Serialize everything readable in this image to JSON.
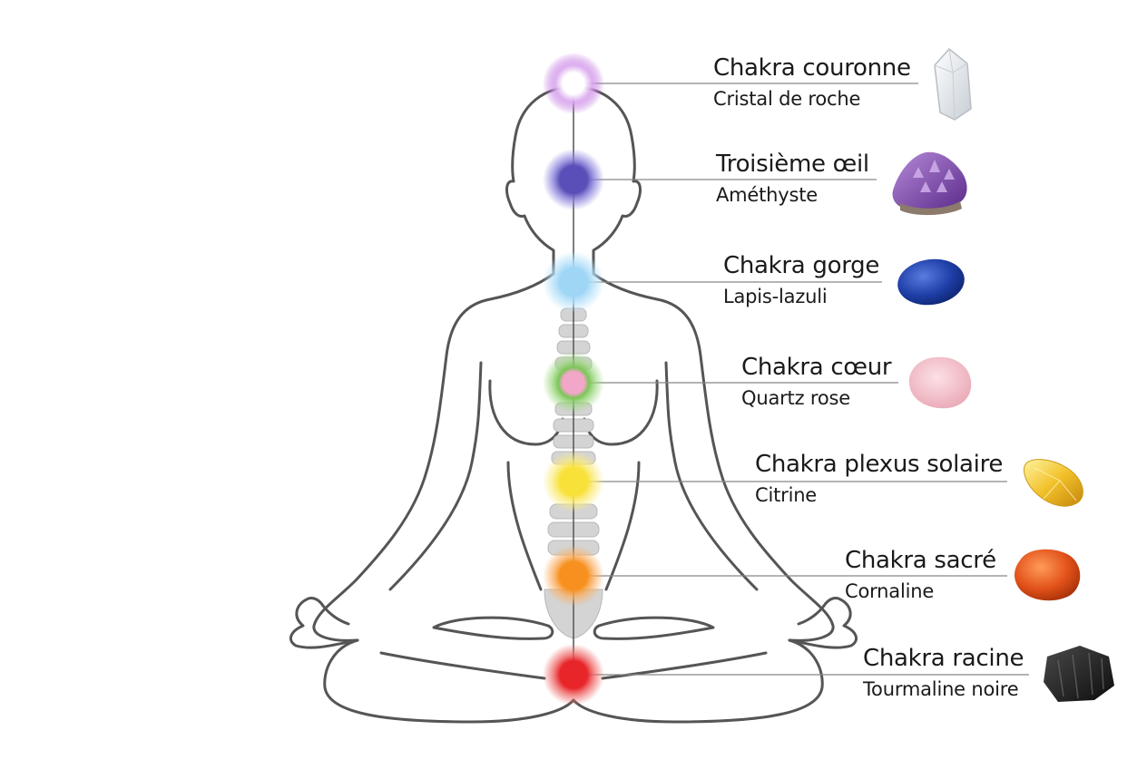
{
  "chakras": [
    {
      "name": "Chakra couronne",
      "stone": "Cristal de roche",
      "color": "#ffffff",
      "glow": "#b45ad8",
      "stone_icon": "rock-crystal-icon"
    },
    {
      "name": "Troisième œil",
      "stone": "Améthyste",
      "color": "#5a4fb8",
      "glow": "#6a5fd8",
      "stone_icon": "amethyst-icon"
    },
    {
      "name": "Chakra gorge",
      "stone": "Lapis-lazuli",
      "color": "#9fd6f5",
      "glow": "#7ec8f2",
      "stone_icon": "lapis-lazuli-icon"
    },
    {
      "name": "Chakra cœur",
      "stone": "Quartz rose",
      "color": "#f2a6c8",
      "glow": "#6cc04a",
      "stone_icon": "rose-quartz-icon"
    },
    {
      "name": "Chakra plexus solaire",
      "stone": "Citrine",
      "color": "#f8e23a",
      "glow": "#f4d820",
      "stone_icon": "citrine-icon"
    },
    {
      "name": "Chakra sacré",
      "stone": "Cornaline",
      "color": "#f7901e",
      "glow": "#f48a1a",
      "stone_icon": "carnelian-icon"
    },
    {
      "name": "Chakra racine",
      "stone": "Tourmaline noire",
      "color": "#e8262a",
      "glow": "#ee3a3a",
      "stone_icon": "black-tourmaline-icon"
    }
  ],
  "colors": {
    "outline": "#555555",
    "leader_line": "#888888",
    "spine": "#cfcfcf"
  }
}
